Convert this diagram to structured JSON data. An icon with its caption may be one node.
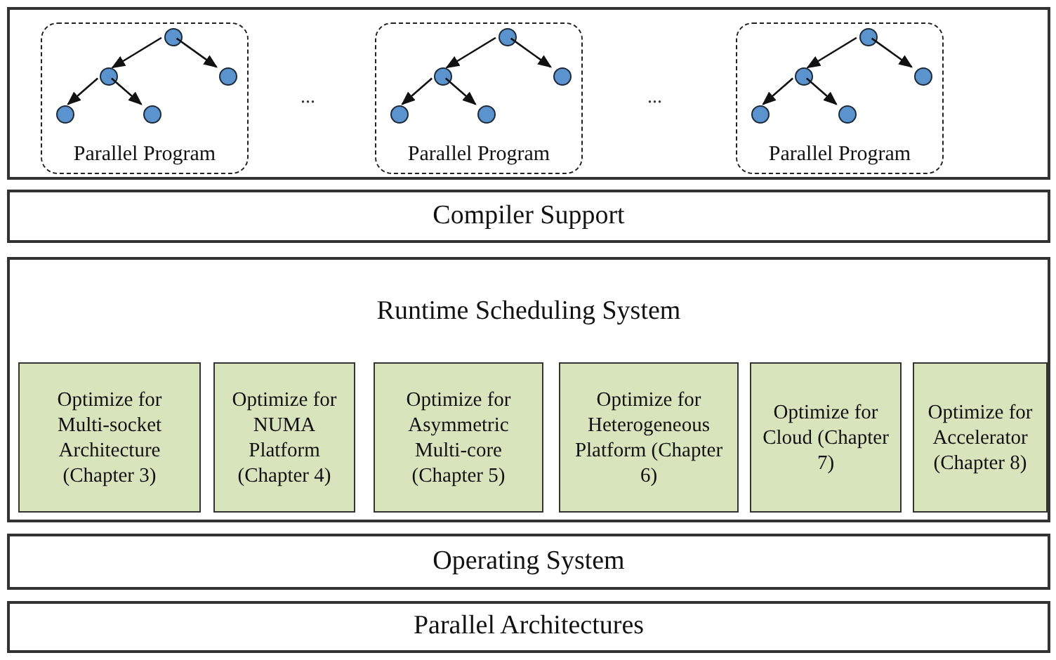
{
  "diagram": {
    "nodes": [
      {
        "text": [],
        "shape": "box"
      },
      {
        "text": [
          "Parallel Program"
        ],
        "in": 0
      },
      {
        "text": [],
        "shape": "circle",
        "in": 1
      },
      {
        "text": [],
        "shape": "circle",
        "in": 1
      },
      {
        "text": [],
        "shape": "circle",
        "in": 1
      },
      {
        "text": [],
        "shape": "circle",
        "in": 1
      },
      {
        "text": [],
        "shape": "circle",
        "in": 1
      },
      {
        "text": [
          "Parallel Program"
        ],
        "in": 0
      },
      {
        "text": [],
        "shape": "circle",
        "in": 7
      },
      {
        "text": [],
        "shape": "circle",
        "in": 7
      },
      {
        "text": [],
        "shape": "circle",
        "in": 7
      },
      {
        "text": [],
        "shape": "circle",
        "in": 7
      },
      {
        "text": [],
        "shape": "circle",
        "in": 7
      },
      {
        "text": [
          "Parallel Program"
        ],
        "in": 0
      },
      {
        "text": [],
        "shape": "circle",
        "in": 13
      },
      {
        "text": [],
        "shape": "circle",
        "in": 13
      },
      {
        "text": [],
        "shape": "circle",
        "in": 13
      },
      {
        "text": [],
        "shape": "circle",
        "in": 13
      },
      {
        "text": [],
        "shape": "circle",
        "in": 13
      },
      {
        "text": [
          "Compiler Support"
        ]
      },
      {
        "text": [
          "Runtime Scheduling System"
        ]
      },
      {
        "text": [
          "Optimize for Multi-socket Architecture (Chapter 3)"
        ],
        "in": 20
      },
      {
        "text": [
          "Optimize for NUMA Platform (Chapter 4)"
        ],
        "in": 20
      },
      {
        "text": [
          "Optimize for Asymmetric Multi-core (Chapter 5)"
        ],
        "in": 20
      },
      {
        "text": [
          "Optimize for Heterogeneous Platform (Chapter 6)"
        ],
        "in": 20
      },
      {
        "text": [
          "Optimize for Cloud (Chapter 7)"
        ],
        "in": 20
      },
      {
        "text": [
          "Optimize for Accelerator (Chapter 8)"
        ],
        "in": 20
      },
      {
        "text": [
          "Operating System"
        ]
      },
      {
        "text": [
          "Parallel Architectures"
        ]
      }
    ],
    "edges": [
      {
        "from": 2,
        "to": 3,
        "arrow": "to"
      },
      {
        "from": 2,
        "to": 4,
        "arrow": "to"
      },
      {
        "from": 3,
        "to": 5,
        "arrow": "to"
      },
      {
        "from": 3,
        "to": 6,
        "arrow": "to"
      },
      {
        "from": 8,
        "to": 9,
        "arrow": "to"
      },
      {
        "from": 8,
        "to": 10,
        "arrow": "to"
      },
      {
        "from": 9,
        "to": 11,
        "arrow": "to"
      },
      {
        "from": 9,
        "to": 12,
        "arrow": "to"
      },
      {
        "from": 14,
        "to": 15,
        "arrow": "to"
      },
      {
        "from": 14,
        "to": 16,
        "arrow": "to"
      },
      {
        "from": 15,
        "to": 17,
        "arrow": "to"
      },
      {
        "from": 15,
        "to": 18,
        "arrow": "to"
      }
    ],
    "labels": [
      "...",
      "..."
    ]
  }
}
